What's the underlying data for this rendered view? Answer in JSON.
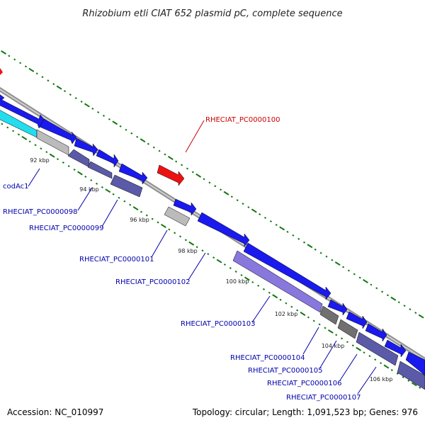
{
  "title": "Rhizobium etli CIAT 652 plasmid pC, complete sequence",
  "accession": "Accession: NC_010997",
  "topology": "Topology: circular; Length: 1,091,523 bp; Genes: 976",
  "colors": {
    "forward_gene": "#1a1aee",
    "reverse_gene": "#5a5aa8",
    "highlight_gene": "#ee1111",
    "cyan_gene": "#22ddee",
    "grey_gene": "#bbbbbb",
    "dark_grey_gene": "#707070",
    "light_purple_gene": "#8877dd",
    "label_blue": "#0000aa",
    "label_red": "#cc0000",
    "tick_green": "#117711"
  },
  "ticks": [
    {
      "label": "92 kbp"
    },
    {
      "label": "94 kbp"
    },
    {
      "label": "96 kbp"
    },
    {
      "label": "98 kbp"
    },
    {
      "label": "100 kbp"
    },
    {
      "label": "102 kbp"
    },
    {
      "label": "104 kbp"
    },
    {
      "label": "106 kbp"
    }
  ],
  "gene_labels": [
    {
      "text": "RHECIAT_PC0000100",
      "color": "red"
    },
    {
      "text": "codAc1",
      "color": "blue"
    },
    {
      "text": "RHECIAT_PC0000098",
      "color": "blue"
    },
    {
      "text": "RHECIAT_PC0000099",
      "color": "blue"
    },
    {
      "text": "RHECIAT_PC0000101",
      "color": "blue"
    },
    {
      "text": "RHECIAT_PC0000102",
      "color": "blue"
    },
    {
      "text": "RHECIAT_PC0000103",
      "color": "blue"
    },
    {
      "text": "RHECIAT_PC0000104",
      "color": "blue"
    },
    {
      "text": "RHECIAT_PC0000105",
      "color": "blue"
    },
    {
      "text": "RHECIAT_PC0000106",
      "color": "blue"
    },
    {
      "text": "RHECIAT_PC0000107",
      "color": "blue"
    }
  ]
}
